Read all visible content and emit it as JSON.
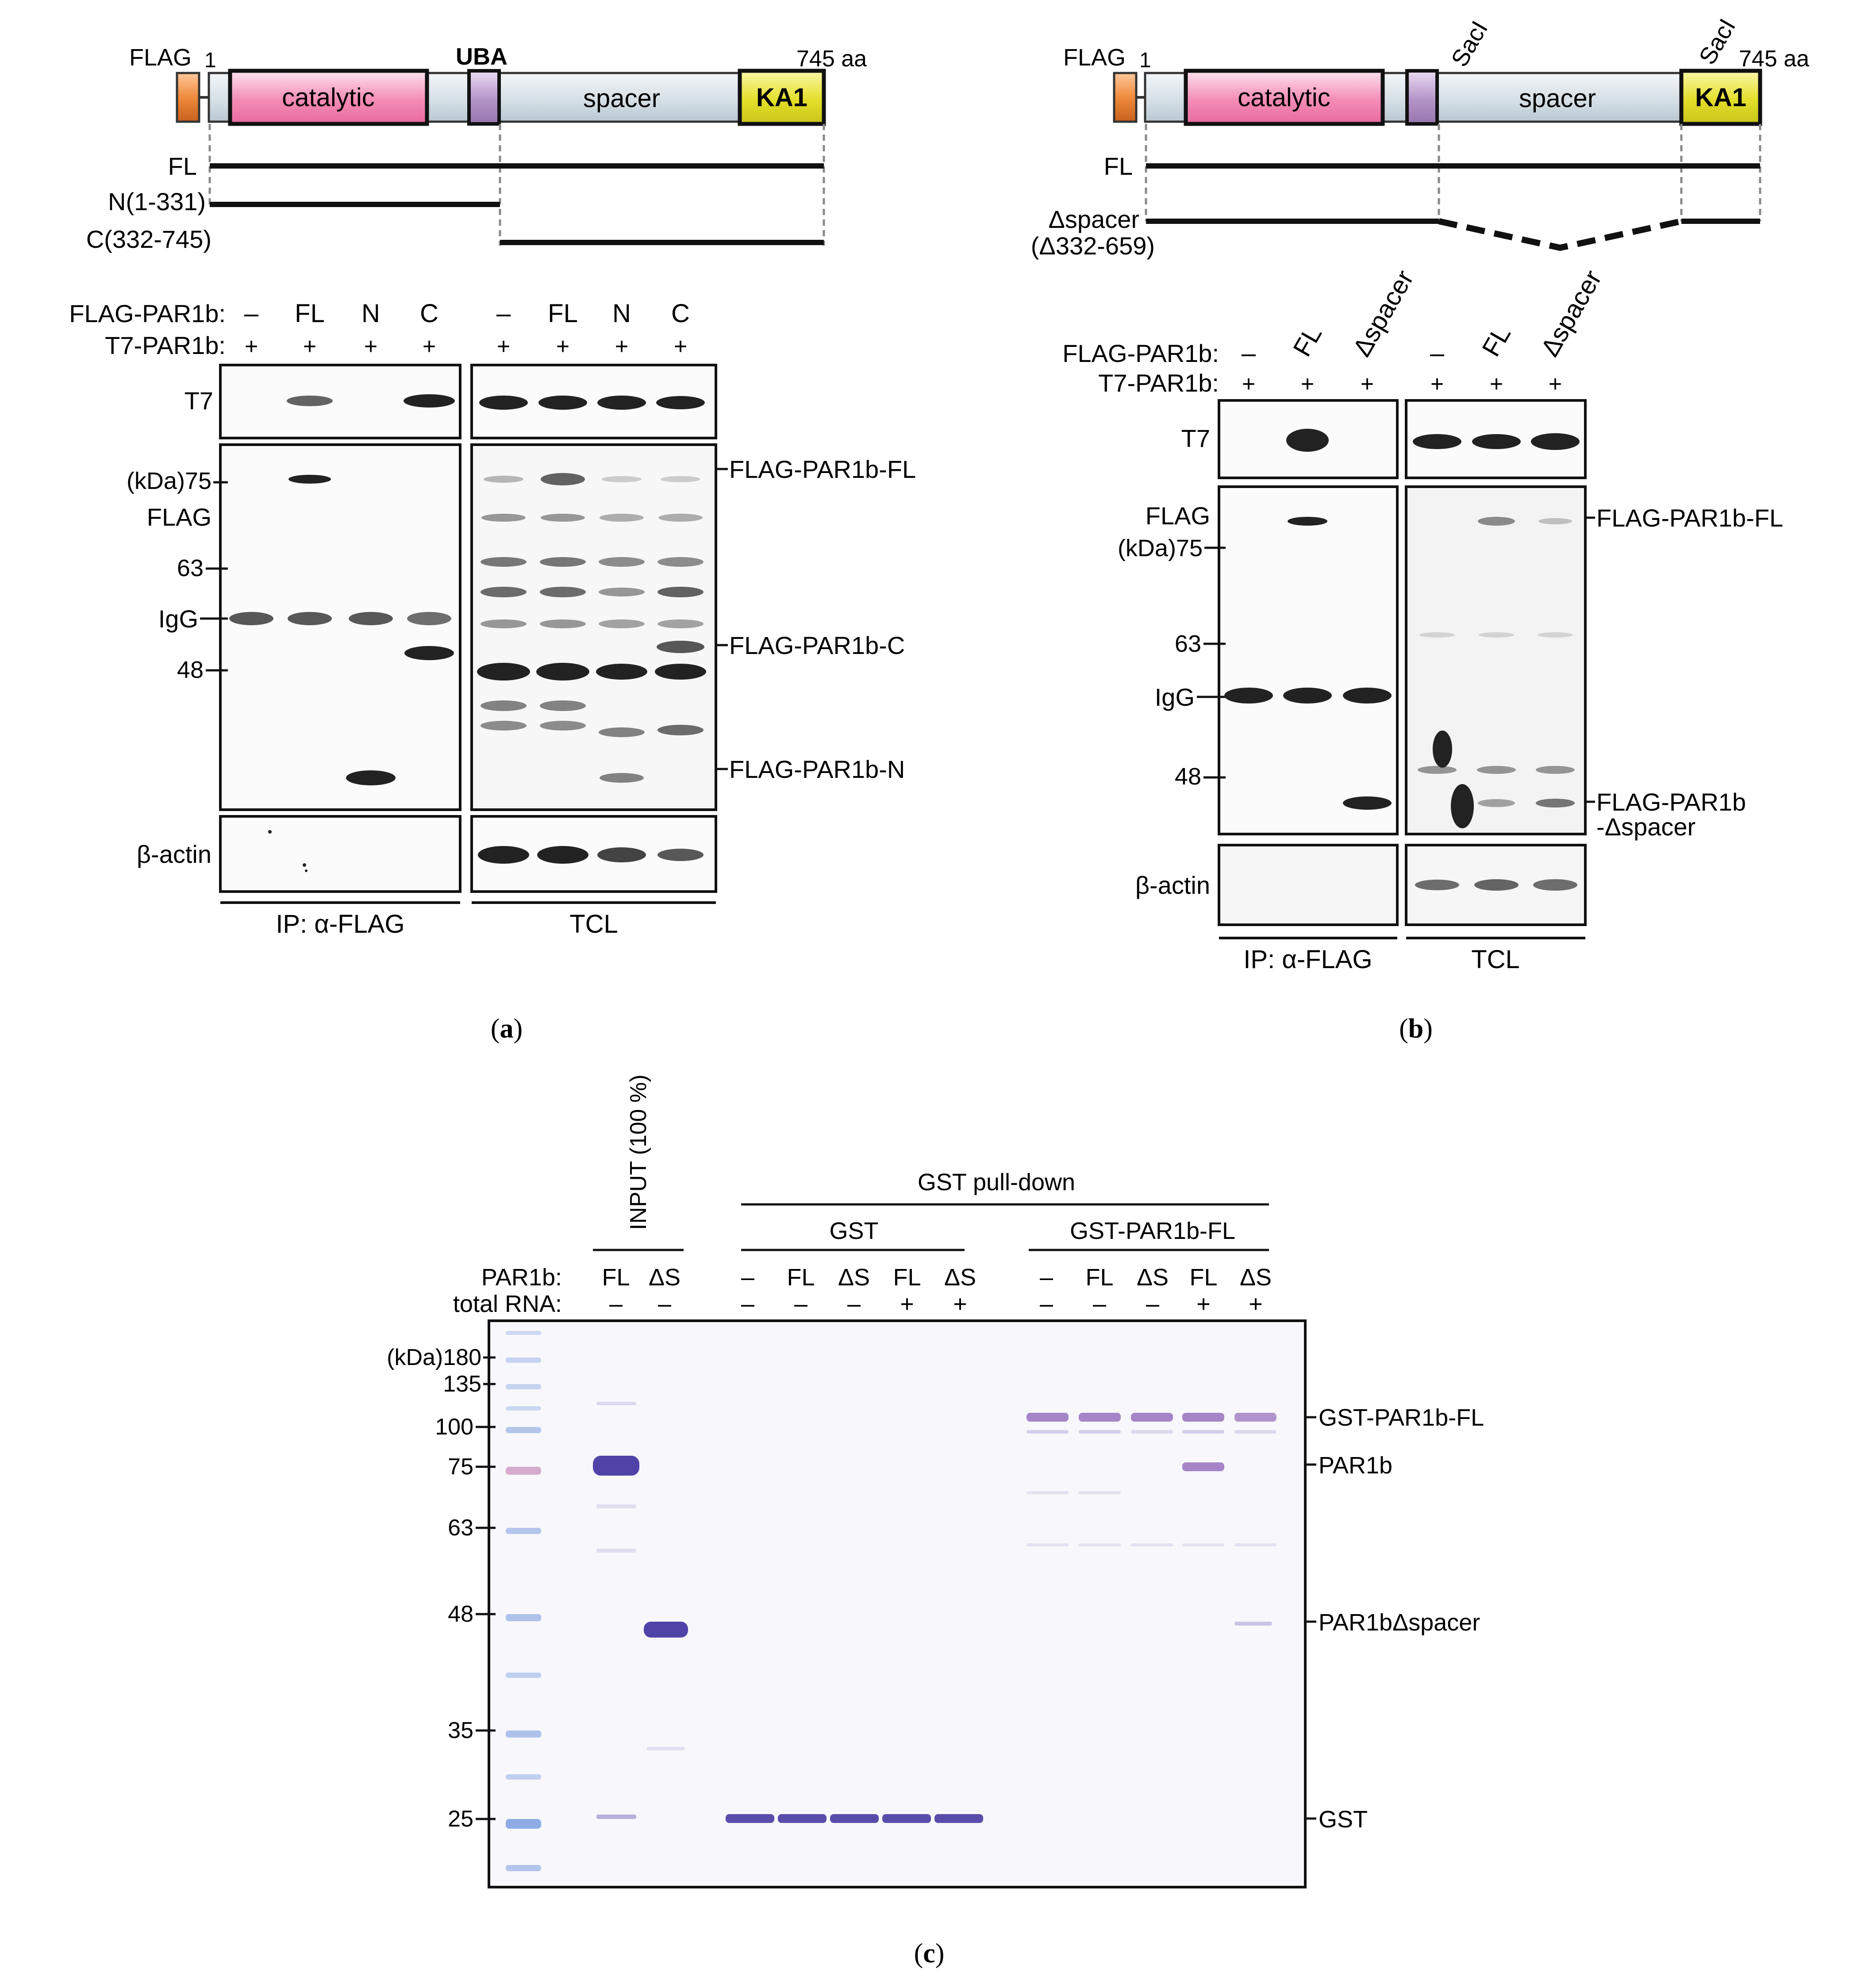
{
  "panel_a": {
    "caption": "a",
    "diagram": {
      "flag_label": "FLAG",
      "start_num": "1",
      "uba_label": "UBA",
      "end_label": "745 aa",
      "domains": [
        "catalytic",
        "spacer",
        "KA1"
      ],
      "constructs": [
        "FL",
        "N(1-331)",
        "C(332-745)"
      ]
    },
    "blot": {
      "row_label_flag": "FLAG-PAR1b:",
      "row_label_t7": "T7-PAR1b:",
      "lanes": [
        "–",
        "FL",
        "N",
        "C",
        "–",
        "FL",
        "N",
        "C"
      ],
      "t7_marks": [
        "+",
        "+",
        "+",
        "+",
        "+",
        "+",
        "+",
        "+"
      ],
      "panel_labels": [
        "T7",
        "FLAG",
        "IgG",
        "β-actin"
      ],
      "markers": [
        "(kDa)75",
        "63",
        "48"
      ],
      "right_labels": [
        "FLAG-PAR1b-FL",
        "FLAG-PAR1b-C",
        "FLAG-PAR1b-N"
      ],
      "bottom_labels": [
        "IP: α-FLAG",
        "TCL"
      ]
    }
  },
  "panel_b": {
    "caption": "b",
    "diagram": {
      "flag_label": "FLAG",
      "start_num": "1",
      "saci_label": "SacI",
      "end_label": "745 aa",
      "domains": [
        "catalytic",
        "spacer",
        "KA1"
      ],
      "constructs": [
        "FL",
        "Δspacer",
        "(Δ332-659)"
      ]
    },
    "blot": {
      "row_label_flag": "FLAG-PAR1b:",
      "row_label_t7": "T7-PAR1b:",
      "lanes": [
        "–",
        "FL",
        "Δspacer",
        "–",
        "FL",
        "Δspacer"
      ],
      "t7_marks": [
        "+",
        "+",
        "+",
        "+",
        "+",
        "+"
      ],
      "panel_labels": [
        "T7",
        "FLAG",
        "IgG",
        "β-actin"
      ],
      "markers": [
        "(kDa)75",
        "63",
        "48"
      ],
      "right_labels": [
        "FLAG-PAR1b-FL",
        "FLAG-PAR1b",
        "-Δspacer"
      ],
      "bottom_labels": [
        "IP: α-FLAG",
        "TCL"
      ]
    }
  },
  "panel_c": {
    "caption": "c",
    "input_label": "INPUT (100 %)",
    "pulldown_label": "GST pull-down",
    "group_labels": [
      "GST",
      "GST-PAR1b-FL"
    ],
    "row_label_par1b": "PAR1b:",
    "row_label_rna": "total RNA:",
    "par1b_values": [
      "FL",
      "ΔS",
      "–",
      "FL",
      "ΔS",
      "FL",
      "ΔS",
      "–",
      "FL",
      "ΔS",
      "FL",
      "ΔS"
    ],
    "rna_values": [
      "–",
      "–",
      "–",
      "–",
      "–",
      "+",
      "+",
      "–",
      "–",
      "–",
      "+",
      "+"
    ],
    "markers": [
      "(kDa)180",
      "135",
      "100",
      "75",
      "63",
      "48",
      "35",
      "25"
    ],
    "right_labels": [
      "GST-PAR1b-FL",
      "PAR1b",
      "PAR1bΔspacer",
      "GST"
    ]
  },
  "colors": {
    "flag_tag": "#f08a3c",
    "catalytic": "#f7a8c6",
    "uba": "#b493c8",
    "spacer": "#d3dde4",
    "ka1": "#e3df2a",
    "coomassie": "#3d2f9e",
    "ladder": "#7b9de0"
  }
}
